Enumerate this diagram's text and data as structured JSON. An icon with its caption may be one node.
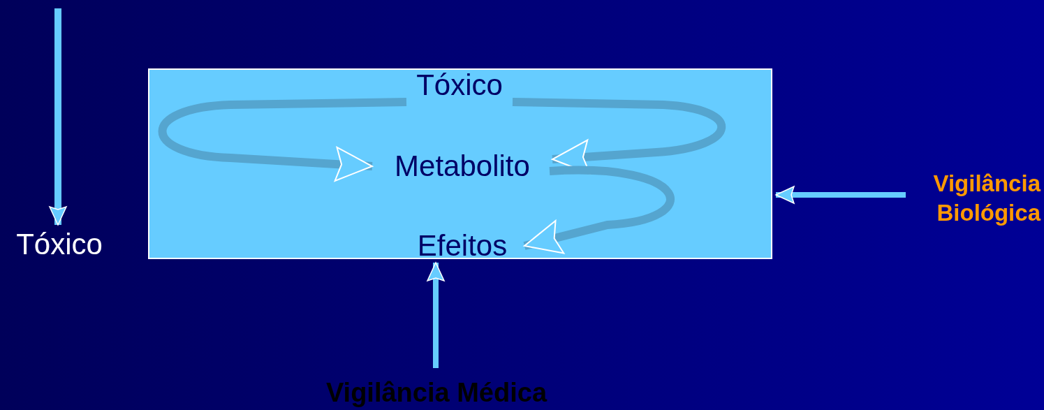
{
  "diagram": {
    "nodes": [
      {
        "text": [],
        "shape": "box"
      },
      {
        "text": [
          "Tóxico"
        ],
        "in": 0
      },
      {
        "text": [
          "Metabolito"
        ],
        "in": 0
      },
      {
        "text": [
          "Efeitos"
        ],
        "in": 0
      },
      {
        "text": [
          "Tóxico"
        ]
      },
      {
        "text": [
          "Vigilância Biológica"
        ]
      },
      {
        "text": [
          "Vigilância Médica"
        ]
      }
    ],
    "edges": [
      {
        "from": 1,
        "to": 2,
        "arrow": "to"
      },
      {
        "from": 1,
        "to": 2,
        "arrow": "to"
      },
      {
        "from": 2,
        "to": 3,
        "arrow": "to"
      },
      {
        "from": null,
        "to": 4,
        "arrow": "to"
      },
      {
        "from": 5,
        "to": 0,
        "arrow": "to"
      },
      {
        "from": 6,
        "to": 0,
        "arrow": "to"
      }
    ]
  }
}
